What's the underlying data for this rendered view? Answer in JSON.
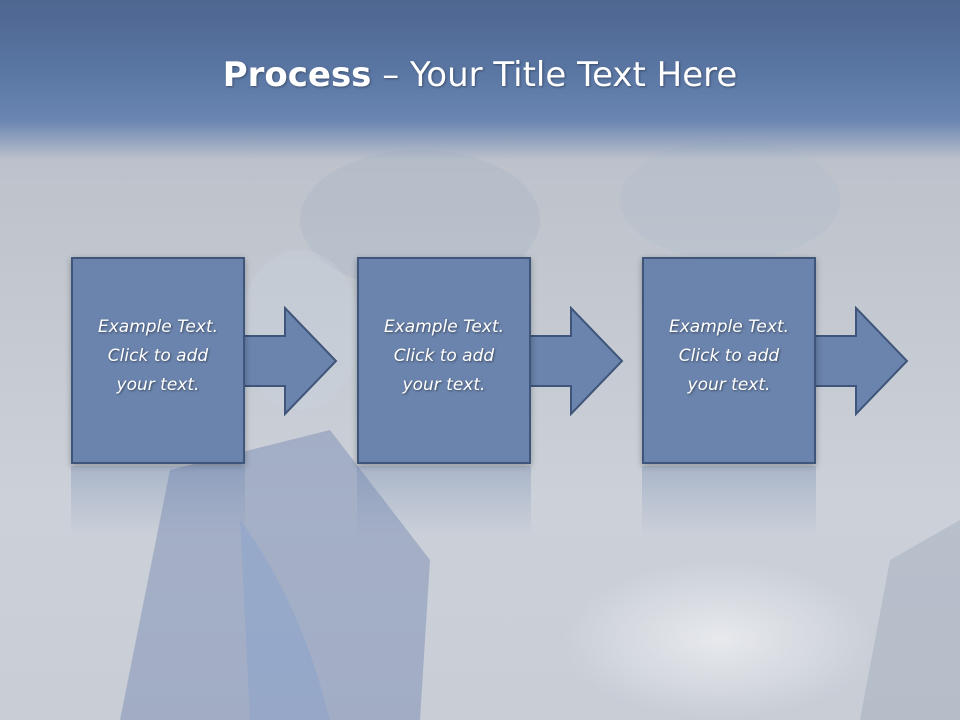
{
  "slide": {
    "title_bold": "Process",
    "title_rest": " – Your Title Text Here"
  },
  "steps": [
    {
      "text": "Example Text.\nClick  to add\nyour text."
    },
    {
      "text": "Example Text.\nClick  to add\nyour text."
    },
    {
      "text": "Example Text.\nClick  to add\nyour text."
    }
  ],
  "colors": {
    "header": "#5a76a3",
    "box": "#6b84ad",
    "border": "#3f5579"
  }
}
